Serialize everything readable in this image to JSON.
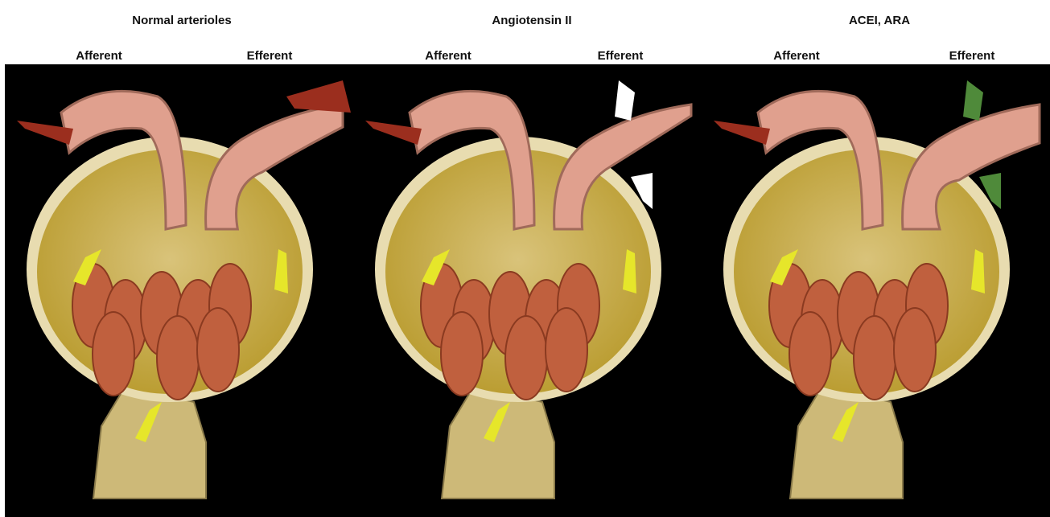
{
  "panels": [
    {
      "title": "Normal arterioles",
      "afferent_label": "Afferent",
      "efferent_label": "Efferent",
      "arrow_color": "#8b2a1c",
      "efferent_state": "normal"
    },
    {
      "title": "Angiotensin II",
      "afferent_label": "Afferent",
      "efferent_label": "Efferent",
      "arrow_color": "#ffffff",
      "efferent_state": "constricted"
    },
    {
      "title": "ACEI, ARA",
      "afferent_label": "Afferent",
      "efferent_label": "Efferent",
      "arrow_color": "#4f8a3a",
      "efferent_state": "dilated"
    }
  ],
  "colors": {
    "background": "#000000",
    "capsule": "#b89a2c",
    "capsule_light": "#d9c37a",
    "vessel": "#e0a08e",
    "capillary": "#c0603e",
    "flow_arrow": "#e6e62a",
    "tubule": "#cdb978",
    "inflow_arrow": "#9b2e1e"
  },
  "icons": {
    "flow": "filtration-flow-arrow-icon",
    "vasoactive": "vasoactive-arrow-icon"
  }
}
